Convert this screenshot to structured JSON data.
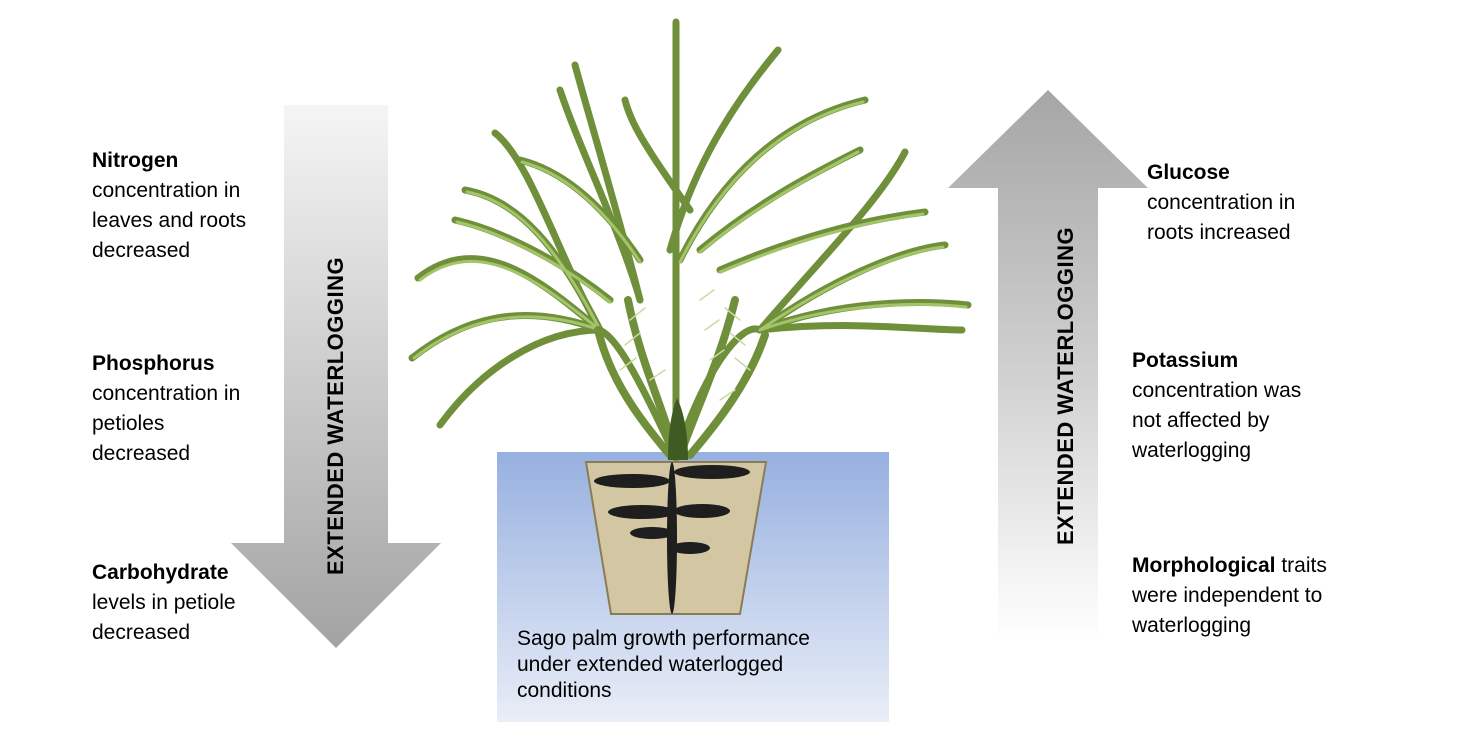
{
  "left_arrow": {
    "label": "EXTENDED WATERLOGGING",
    "direction": "down"
  },
  "right_arrow": {
    "label": "EXTENDED WATERLOGGING",
    "direction": "up"
  },
  "left_items": [
    {
      "bold": "Nitrogen",
      "rest": "concentration in leaves and roots decreased"
    },
    {
      "bold": "Phosphorus",
      "rest": "concentration in petioles decreased"
    },
    {
      "bold": "Carbohydrate",
      "rest": "levels in petiole decreased"
    }
  ],
  "right_items": [
    {
      "bold": "Glucose",
      "rest": "concentration in roots increased"
    },
    {
      "bold": "Potassium",
      "rest": "concentration was not affected by waterlogging"
    },
    {
      "bold": "Morphological",
      "rest": "traits were independent to waterlogging"
    }
  ],
  "center_caption": "Sago palm growth performance under extended waterlogged conditions",
  "colors": {
    "arrow_gray": "#a6a6a6",
    "leaf_dark": "#6f8f3a",
    "leaf_light": "#a4c46a",
    "water_top": "#9db5e2",
    "water_bottom": "#e6ecf6",
    "pot": "#d2c6a3",
    "root": "#1e1e1e"
  }
}
